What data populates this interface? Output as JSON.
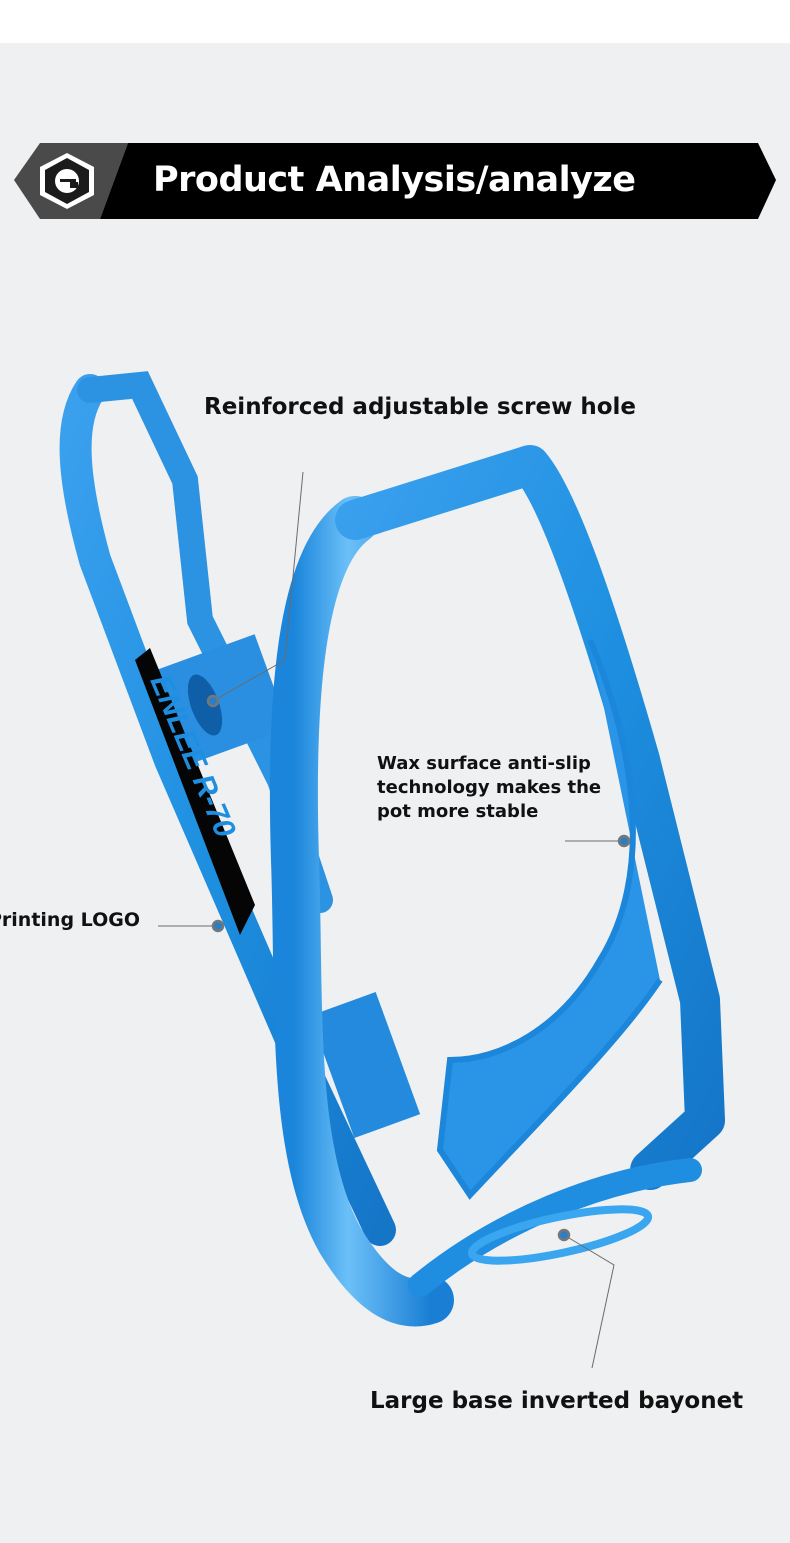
{
  "header": {
    "title": "Product Analysis/analyze",
    "brand_icon": "e-hexagon-logo-icon"
  },
  "product": {
    "printed_logo": "ENLEE R-70",
    "color": "#1e8fe0"
  },
  "callouts": {
    "screw_hole": "Reinforced adjustable screw hole",
    "wax_surface": "Wax surface anti-slip technology makes the pot more stable",
    "printing_logo": "Printing LOGO",
    "bayonet": "Large base inverted bayonet"
  }
}
